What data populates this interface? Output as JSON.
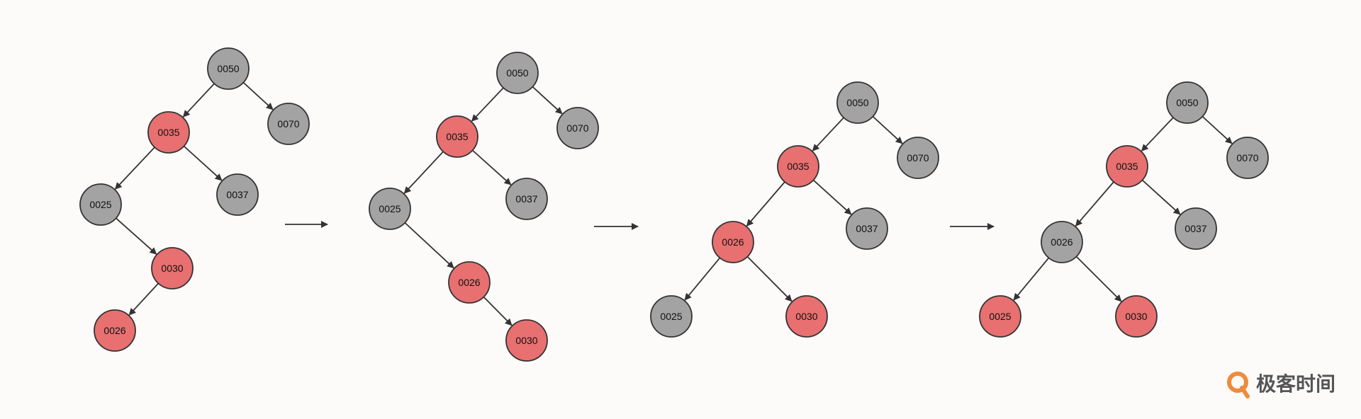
{
  "colors": {
    "background": "#fdfafa",
    "black_node": "#a3a3a3",
    "red_node": "#e87070",
    "stroke": "#333333",
    "logo_orange": "#f08a3c",
    "logo_text": "#555555"
  },
  "trees": [
    {
      "id": "tree-1",
      "nodes": [
        {
          "key": "50",
          "label": "0050",
          "color": "black"
        },
        {
          "key": "70",
          "label": "0070",
          "color": "black"
        },
        {
          "key": "35",
          "label": "0035",
          "color": "red"
        },
        {
          "key": "37",
          "label": "0037",
          "color": "black"
        },
        {
          "key": "25",
          "label": "0025",
          "color": "black"
        },
        {
          "key": "30",
          "label": "0030",
          "color": "red"
        },
        {
          "key": "26",
          "label": "0026",
          "color": "red"
        }
      ],
      "edges": [
        [
          "50",
          "35"
        ],
        [
          "50",
          "70"
        ],
        [
          "35",
          "25"
        ],
        [
          "35",
          "37"
        ],
        [
          "25",
          "30"
        ],
        [
          "30",
          "26"
        ]
      ]
    },
    {
      "id": "tree-2",
      "nodes": [
        {
          "key": "50",
          "label": "0050",
          "color": "black"
        },
        {
          "key": "70",
          "label": "0070",
          "color": "black"
        },
        {
          "key": "35",
          "label": "0035",
          "color": "red"
        },
        {
          "key": "37",
          "label": "0037",
          "color": "black"
        },
        {
          "key": "25",
          "label": "0025",
          "color": "black"
        },
        {
          "key": "26",
          "label": "0026",
          "color": "red"
        },
        {
          "key": "30",
          "label": "0030",
          "color": "red"
        }
      ],
      "edges": [
        [
          "50",
          "35"
        ],
        [
          "50",
          "70"
        ],
        [
          "35",
          "25"
        ],
        [
          "35",
          "37"
        ],
        [
          "25",
          "26"
        ],
        [
          "26",
          "30"
        ]
      ]
    },
    {
      "id": "tree-3",
      "nodes": [
        {
          "key": "50",
          "label": "0050",
          "color": "black"
        },
        {
          "key": "70",
          "label": "0070",
          "color": "black"
        },
        {
          "key": "35",
          "label": "0035",
          "color": "red"
        },
        {
          "key": "37",
          "label": "0037",
          "color": "black"
        },
        {
          "key": "26",
          "label": "0026",
          "color": "red"
        },
        {
          "key": "25",
          "label": "0025",
          "color": "black"
        },
        {
          "key": "30",
          "label": "0030",
          "color": "red"
        }
      ],
      "edges": [
        [
          "50",
          "35"
        ],
        [
          "50",
          "70"
        ],
        [
          "35",
          "26"
        ],
        [
          "35",
          "37"
        ],
        [
          "26",
          "25"
        ],
        [
          "26",
          "30"
        ]
      ]
    },
    {
      "id": "tree-4",
      "nodes": [
        {
          "key": "50",
          "label": "0050",
          "color": "black"
        },
        {
          "key": "70",
          "label": "0070",
          "color": "black"
        },
        {
          "key": "35",
          "label": "0035",
          "color": "red"
        },
        {
          "key": "37",
          "label": "0037",
          "color": "black"
        },
        {
          "key": "26",
          "label": "0026",
          "color": "black"
        },
        {
          "key": "25",
          "label": "0025",
          "color": "red"
        },
        {
          "key": "30",
          "label": "0030",
          "color": "red"
        }
      ],
      "edges": [
        [
          "50",
          "35"
        ],
        [
          "50",
          "70"
        ],
        [
          "35",
          "26"
        ],
        [
          "35",
          "37"
        ],
        [
          "26",
          "25"
        ],
        [
          "26",
          "30"
        ]
      ]
    }
  ],
  "transitions": 3,
  "logo": {
    "text": "极客时间",
    "icon": "geektime-q-logo-icon"
  }
}
